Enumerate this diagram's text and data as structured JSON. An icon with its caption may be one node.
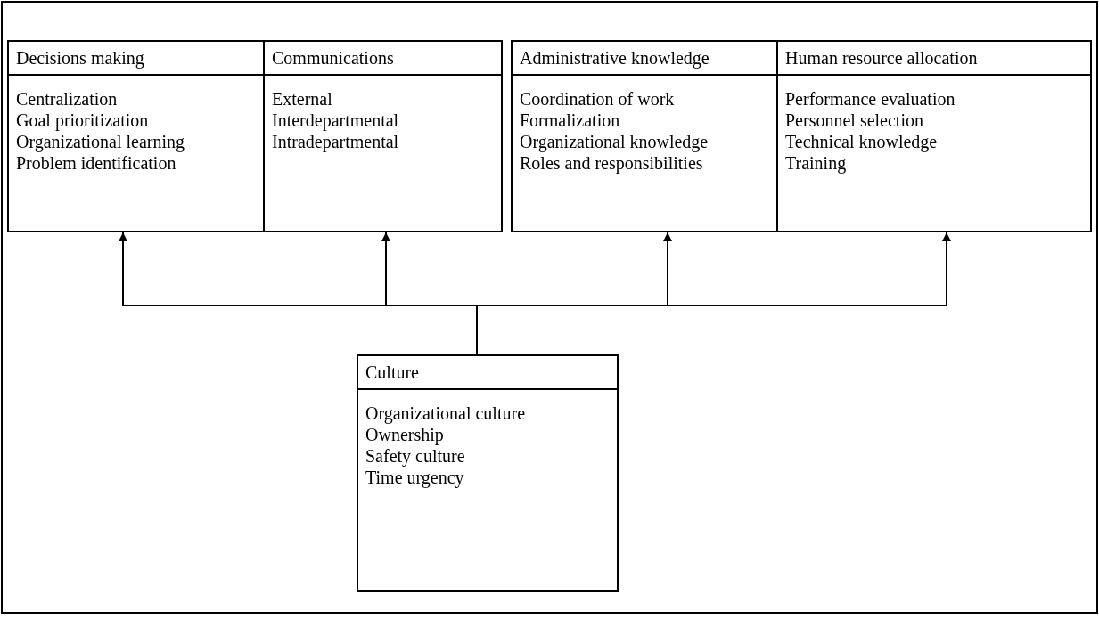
{
  "diagram": {
    "nodes": [
      {
        "text": [
          "Decisions making",
          "Centralization",
          "Goal prioritization",
          "Organizational learning",
          "Problem identification"
        ]
      },
      {
        "text": [
          "Communications",
          "External",
          "Interdepartmental",
          "Intradepartmental"
        ]
      },
      {
        "text": [
          "Administrative knowledge",
          "Coordination of work",
          "Formalization",
          "Organizational knowledge",
          "Roles and responsibilities"
        ]
      },
      {
        "text": [
          "Human resource allocation",
          "Performance evaluation",
          "Personnel selection",
          "Technical knowledge",
          "Training"
        ]
      },
      {
        "text": [
          "Culture",
          "Organizational culture",
          "Ownership",
          "Safety culture",
          "Time urgency"
        ]
      }
    ],
    "edges": [
      {
        "from": 4,
        "to": 0,
        "arrow": "to"
      },
      {
        "from": 4,
        "to": 1,
        "arrow": "to"
      },
      {
        "from": 4,
        "to": 2,
        "arrow": "to"
      },
      {
        "from": 4,
        "to": 3,
        "arrow": "to"
      }
    ]
  }
}
